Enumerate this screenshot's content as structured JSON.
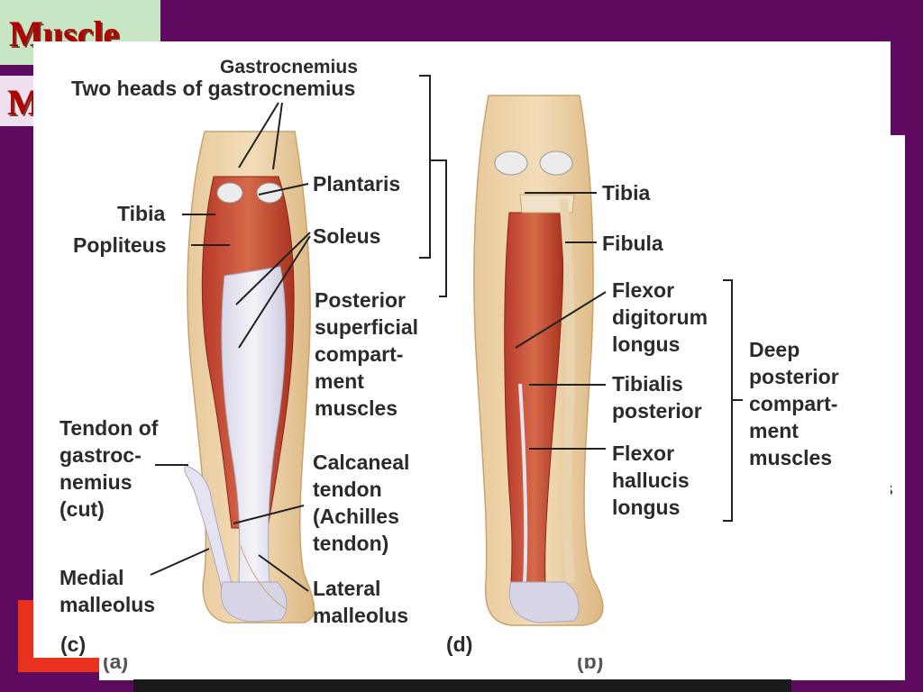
{
  "slide": {
    "title_fragment": "Muscle",
    "subtitle_fragment": "M",
    "background_color": "#5e0a5e"
  },
  "figure": {
    "top_cut_label": "Gastrocnemius",
    "panel_c": {
      "panel_label": "(c)",
      "labels": {
        "two_heads": "Two heads of gastrocnemius",
        "plantaris": "Plantaris",
        "tibia": "Tibia",
        "popliteus": "Popliteus",
        "soleus": "Soleus",
        "posterior_superficial": "Posterior\nsuperficial\ncompart-\nment\nmuscles",
        "tendon_of_gastrocnemius": "Tendon of\ngastroc-\nnemius\n(cut)",
        "calcaneal_tendon": "Calcaneal\ntendon\n(Achilles\ntendon)",
        "medial_malleolus": "Medial\nmalleolus",
        "lateral_malleolus": "Lateral\nmalleolus"
      }
    },
    "panel_d": {
      "panel_label": "(d)",
      "labels": {
        "tibia": "Tibia",
        "fibula": "Fibula",
        "flexor_digitorum_longus": "Flexor\ndigitorum\nlongus",
        "tibialis_posterior": "Tibialis\nposterior",
        "flexor_hallucis_longus": "Flexor\nhallucis\nlongus",
        "deep_posterior": "Deep\nposterior\ncompart-\nment\nmuscles"
      }
    },
    "background_cut_labels": {
      "a": "(a)",
      "b": "(b)",
      "s_fragment": "s"
    }
  }
}
